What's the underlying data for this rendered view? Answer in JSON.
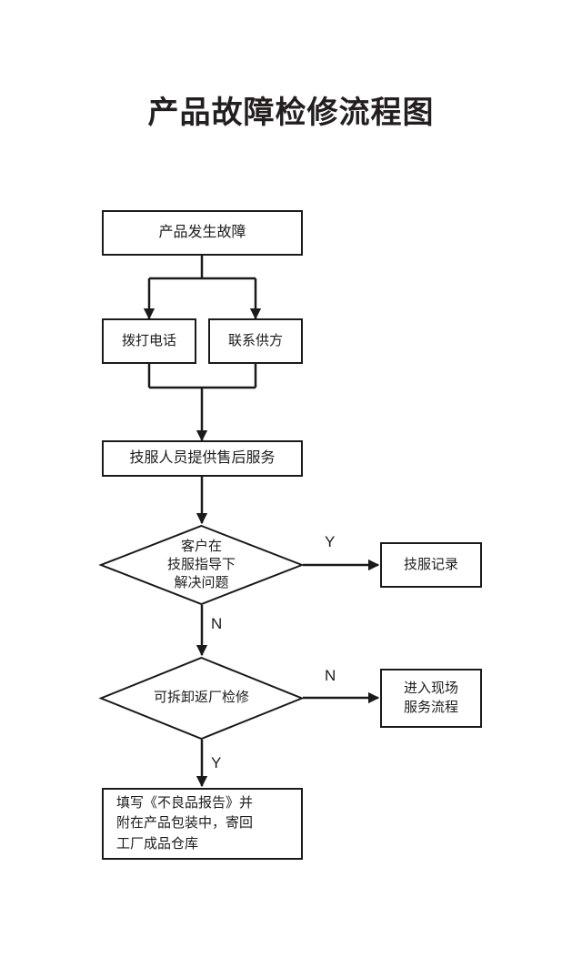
{
  "document": {
    "title": "产品故障检修流程图",
    "type": "flowchart",
    "background_color": "#ffffff",
    "line_color": "#1a1a1a",
    "text_color": "#1c1c1c"
  },
  "nodes": [
    {
      "id": "start",
      "shape": "rectangle",
      "label": "产品发生故障"
    },
    {
      "id": "call-phone",
      "shape": "rectangle",
      "label": "拨打电话"
    },
    {
      "id": "contact-supplier",
      "shape": "rectangle",
      "label": "联系供方"
    },
    {
      "id": "after-sales",
      "shape": "rectangle",
      "label": "技服人员提供售后服务"
    },
    {
      "id": "decision-solved",
      "shape": "diamond",
      "label_line1": "客户在",
      "label_line2": "技服指导下",
      "label_line3": "解决问题"
    },
    {
      "id": "service-record",
      "shape": "rectangle",
      "label": "技服记录"
    },
    {
      "id": "decision-return",
      "shape": "diamond",
      "label": "可拆卸返厂检修"
    },
    {
      "id": "onsite-service",
      "shape": "rectangle",
      "label_line1": "进入现场",
      "label_line2": "服务流程"
    },
    {
      "id": "fill-report",
      "shape": "rectangle",
      "label_line1": "填写《不良品报告》并",
      "label_line2": "附在产品包装中，寄回",
      "label_line3": "工厂成品仓库"
    }
  ],
  "edge_labels": {
    "solved_yes": "Y",
    "solved_no": "N",
    "return_no": "N",
    "return_yes": "Y"
  }
}
